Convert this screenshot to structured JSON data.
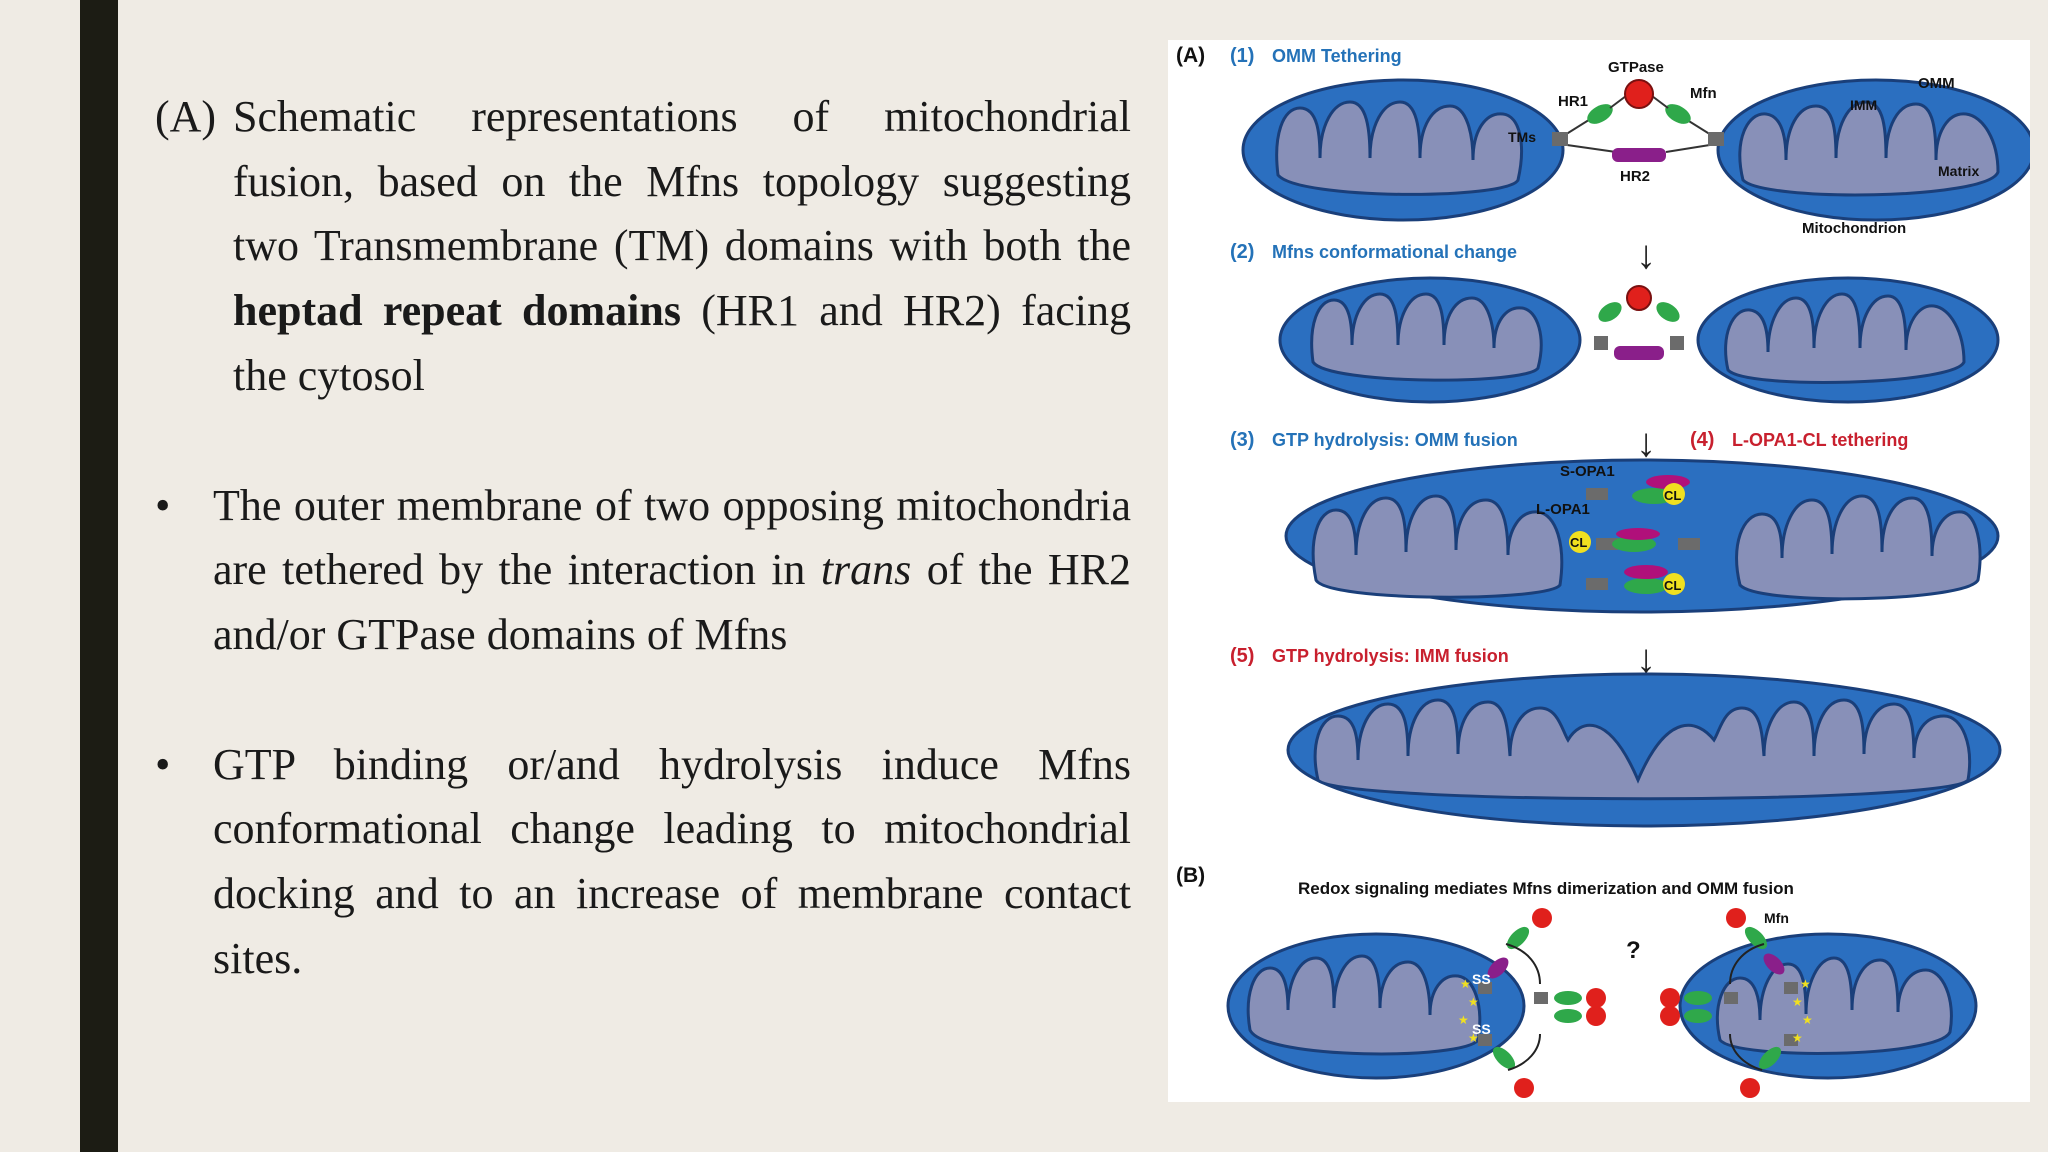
{
  "text": {
    "para_a": {
      "label": "(A)",
      "part1": "Schematic representations of mitochondrial fusion, based on the Mfns topology suggesting two Transmembrane (TM) domains with both the ",
      "bold": "heptad repeat domains",
      "part2": " (HR1 and HR2) facing the cytosol"
    },
    "bullet_symbol": "•",
    "bullet1": {
      "part1": "The outer membrane of two opposing mitochondria are tethered by the interaction in ",
      "italic": "trans",
      "part2": " of the HR2 and/or GTPase domains of Mfns"
    },
    "bullet2": "GTP binding or/and hydrolysis induce Mfns conformational change leading to mitochondrial docking and to an increase of membrane contact sites."
  },
  "figure": {
    "panel_a": "(A)",
    "step1": {
      "num": "(1)",
      "label": "OMM Tethering"
    },
    "gtpase": "GTPase",
    "hr1": "HR1",
    "mfn": "Mfn",
    "omm": "OMM",
    "imm": "IMM",
    "tms": "TMs",
    "hr2": "HR2",
    "matrix": "Matrix",
    "mitochondrion": "Mitochondrion",
    "step2": {
      "num": "(2)",
      "label": "Mfns conformational change"
    },
    "step3": {
      "num": "(3)",
      "label": "GTP hydrolysis: OMM fusion"
    },
    "step4": {
      "num": "(4)",
      "label": "L-OPA1-CL tethering"
    },
    "s_opa1": "S-OPA1",
    "l_opa1": "L-OPA1",
    "cl": "CL",
    "step5": {
      "num": "(5)",
      "label": "GTP hydrolysis: IMM fusion"
    },
    "arrow": "↓",
    "panel_b": "(B)",
    "redox_title": "Redox signaling mediates Mfns dimerization and OMM fusion",
    "mfn_b": "Mfn",
    "question": "?",
    "ss": "SS",
    "colors": {
      "blue_label": "#2472b8",
      "red_label": "#c8202e",
      "mito_outer": "#2b6fc0",
      "mito_inner": "#8890b8",
      "gtpase": "#e0201c",
      "green": "#2fa84a",
      "purple": "#8a1f8a",
      "gray": "#6b6b6b",
      "cl_yellow": "#f0e020"
    }
  }
}
